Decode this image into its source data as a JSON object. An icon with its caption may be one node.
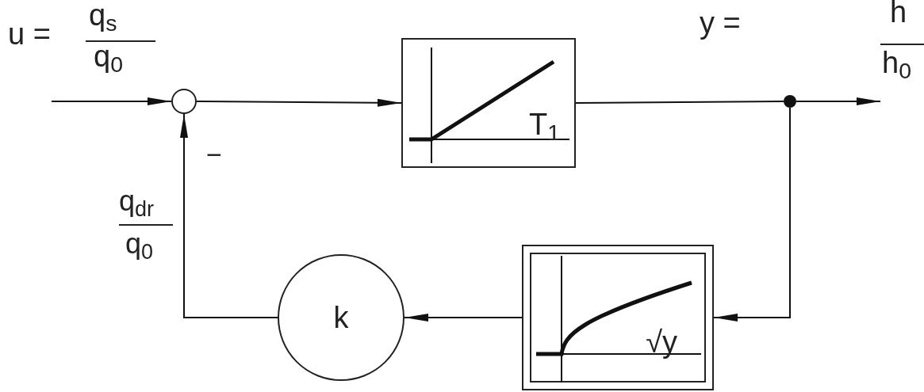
{
  "diagram": {
    "nodes": [
      {
        "text": [],
        "shape": "circle"
      },
      {
        "text": [
          "T$_{1}$"
        ]
      },
      {
        "text": [],
        "shape": "circle"
      },
      {
        "text": [
          "√y"
        ]
      },
      {
        "text": [
          "k"
        ]
      }
    ],
    "edges": [
      {
        "from": null,
        "to": 0,
        "arrow": "to"
      },
      {
        "from": 0,
        "to": 1,
        "arrow": "to"
      },
      {
        "from": 1,
        "to": 2,
        "arrow": "none"
      },
      {
        "from": 2,
        "to": null,
        "arrow": "to"
      },
      {
        "from": 2,
        "to": 3,
        "arrow": "to"
      },
      {
        "from": 3,
        "to": 4,
        "arrow": "to"
      },
      {
        "from": 4,
        "to": 0,
        "arrow": "to"
      }
    ],
    "labels": [
      "u =",
      "q$_{s}$",
      "q$_{0}$",
      "y =",
      "h",
      "h$_{0}$",
      "−",
      "q$_{dr}$",
      "q$_{0}$"
    ]
  }
}
